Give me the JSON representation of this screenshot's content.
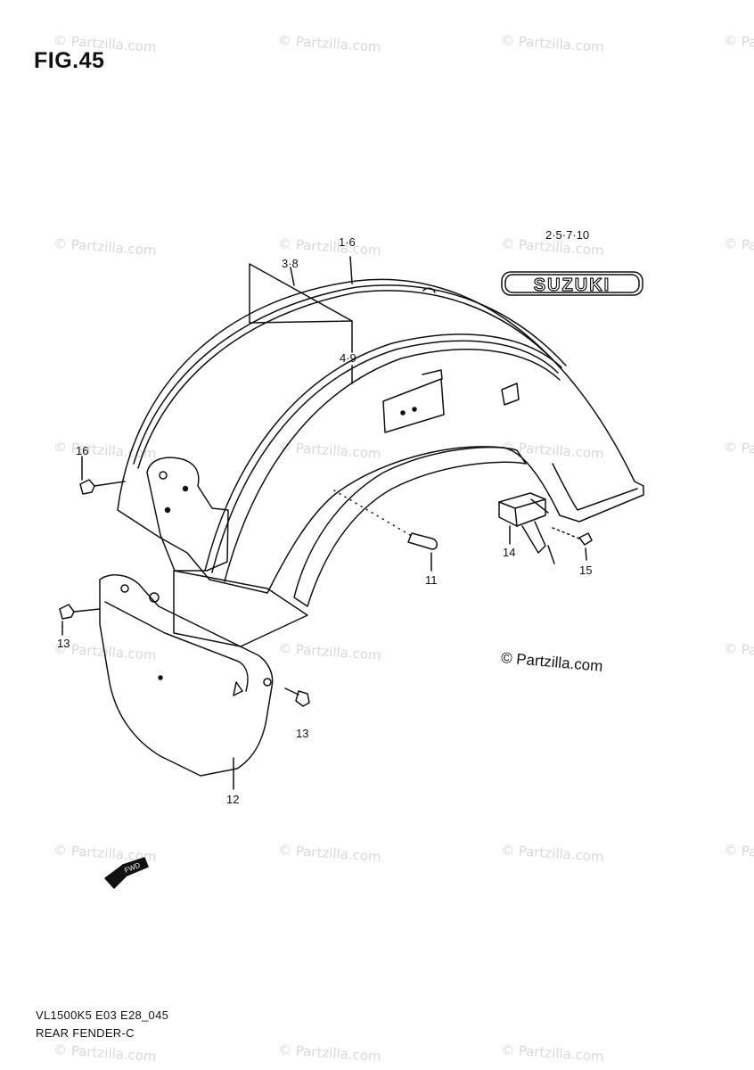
{
  "figure": {
    "title": "FIG.45"
  },
  "watermark": "© Partzilla.com",
  "copyright": "© Partzilla.com",
  "brand_badge": "SUZUKI",
  "fwd_label": "FWD",
  "callouts": {
    "c1_6": "1·6",
    "c3_8": "3·8",
    "c4_9": "4·9",
    "c2_5_7_10": "2·5·7·10",
    "c16": "16",
    "c11": "11",
    "c14": "14",
    "c15": "15",
    "c13a": "13",
    "c13b": "13",
    "c12": "12"
  },
  "footer": {
    "model_code": "VL1500K5 E03 E28_045",
    "part_name": "REAR FENDER-C"
  }
}
